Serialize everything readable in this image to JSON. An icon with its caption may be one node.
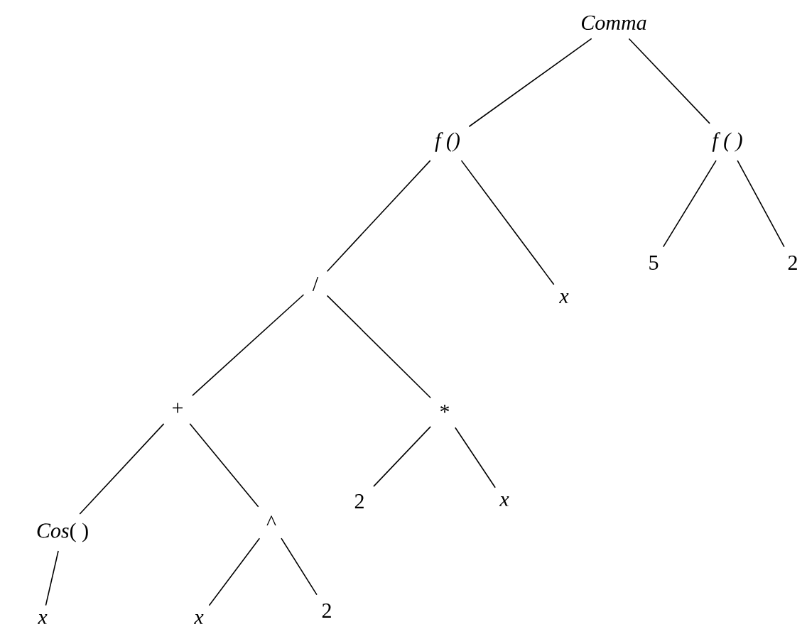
{
  "diagram": {
    "nodes": [
      {
        "text": [
          "Comma"
        ]
      },
      {
        "text": [
          "f ()"
        ]
      },
      {
        "text": [
          "f ( )"
        ]
      },
      {
        "text": [
          "5"
        ]
      },
      {
        "text": [
          "2"
        ]
      },
      {
        "text": [
          "/"
        ]
      },
      {
        "text": [
          "x"
        ]
      },
      {
        "text": [
          "+"
        ]
      },
      {
        "text": [
          "*"
        ]
      },
      {
        "text": [
          "*Cos*( )"
        ]
      },
      {
        "text": [
          "^"
        ]
      },
      {
        "text": [
          "2"
        ]
      },
      {
        "text": [
          "x"
        ]
      },
      {
        "text": [
          "x"
        ]
      },
      {
        "text": [
          "x"
        ]
      },
      {
        "text": [
          "2"
        ]
      }
    ],
    "edges": [
      {
        "from": 0,
        "to": 1,
        "arrow": "none"
      },
      {
        "from": 0,
        "to": 2,
        "arrow": "none"
      },
      {
        "from": 2,
        "to": 3,
        "arrow": "none"
      },
      {
        "from": 2,
        "to": 4,
        "arrow": "none"
      },
      {
        "from": 1,
        "to": 5,
        "arrow": "none"
      },
      {
        "from": 1,
        "to": 6,
        "arrow": "none"
      },
      {
        "from": 5,
        "to": 7,
        "arrow": "none"
      },
      {
        "from": 5,
        "to": 8,
        "arrow": "none"
      },
      {
        "from": 8,
        "to": 11,
        "arrow": "none"
      },
      {
        "from": 8,
        "to": 12,
        "arrow": "none"
      },
      {
        "from": 7,
        "to": 9,
        "arrow": "none"
      },
      {
        "from": 7,
        "to": 10,
        "arrow": "none"
      },
      {
        "from": 9,
        "to": 13,
        "arrow": "none"
      },
      {
        "from": 10,
        "to": 14,
        "arrow": "none"
      },
      {
        "from": 10,
        "to": 15,
        "arrow": "none"
      }
    ]
  }
}
